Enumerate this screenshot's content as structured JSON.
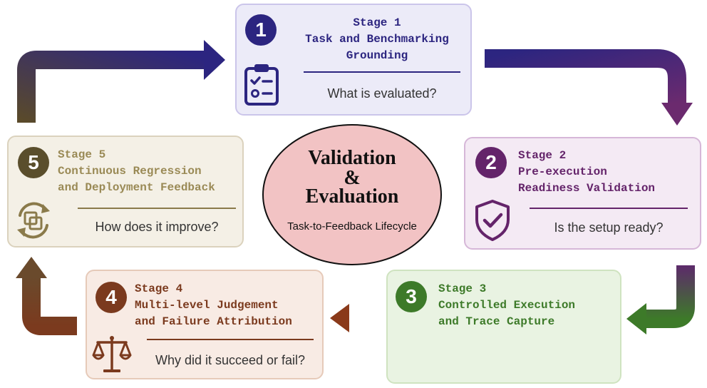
{
  "center": {
    "title_line1": "Validation",
    "title_line2": "&",
    "title_line3": "Evaluation",
    "subtitle": "Task-to-Feedback Lifecycle"
  },
  "stages": [
    {
      "number": "1",
      "title": "Stage 1\nTask and Benchmarking\nGrounding",
      "question": "What is evaluated?",
      "icon": "clipboard-checklist-icon",
      "color": "#2c2580"
    },
    {
      "number": "2",
      "title": "Stage 2\nPre-execution\nReadiness Validation",
      "question": "Is the setup ready?",
      "icon": "shield-check-icon",
      "color": "#64246a"
    },
    {
      "number": "3",
      "title": "Stage 3\nControlled Execution\nand Trace Capture",
      "question": "",
      "icon": "",
      "color": "#3d7a29"
    },
    {
      "number": "4",
      "title": "Stage 4\nMulti-level Judgement\nand Failure Attribution",
      "question": "Why did it succeed or fail?",
      "icon": "balance-scale-icon",
      "color": "#7b3a1e"
    },
    {
      "number": "5",
      "title": "Stage 5\nContinuous Regression\nand Deployment Feedback",
      "question": "How does it improve?",
      "icon": "refresh-cycle-icon",
      "color": "#5a4e2c"
    }
  ]
}
